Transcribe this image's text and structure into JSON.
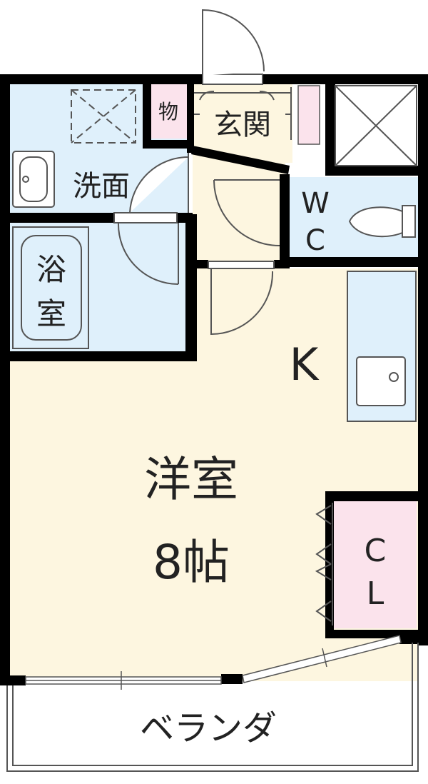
{
  "rooms": {
    "storage": "物",
    "entrance": "玄関",
    "washroom": "洗面",
    "bathroom_line1": "浴",
    "bathroom_line2": "室",
    "toilet_line1": "W",
    "toilet_line2": "C",
    "kitchen": "K",
    "western_room": "洋室",
    "western_room_size": "8帖",
    "closet_line1": "C",
    "closet_line2": "L",
    "balcony": "ベランダ"
  },
  "colors": {
    "wall": "#000000",
    "main_floor": "#fdf6e0",
    "wet_area": "#dff0fb",
    "storage": "#fbe3ec",
    "outline": "#555555"
  }
}
